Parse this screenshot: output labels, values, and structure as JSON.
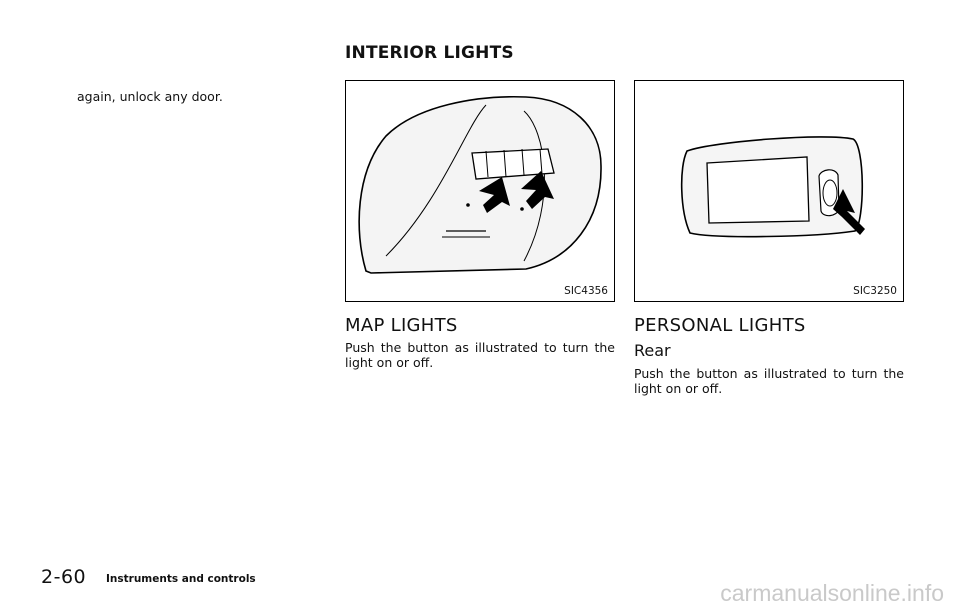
{
  "section_title": "INTERIOR LIGHTS",
  "left_column": {
    "continued_text": "again, unlock any door."
  },
  "map_lights": {
    "figure_code": "SIC4356",
    "heading": "MAP LIGHTS",
    "body": "Push the button as illustrated to turn the light on or off."
  },
  "personal_lights": {
    "figure_code": "SIC3250",
    "heading": "PERSONAL LIGHTS",
    "subheading": "Rear",
    "body": "Push the button as illustrated to turn the light on or off."
  },
  "footer": {
    "page_number": "2-60",
    "chapter_title": "Instruments and controls",
    "watermark": "carmanualsonline.info"
  }
}
